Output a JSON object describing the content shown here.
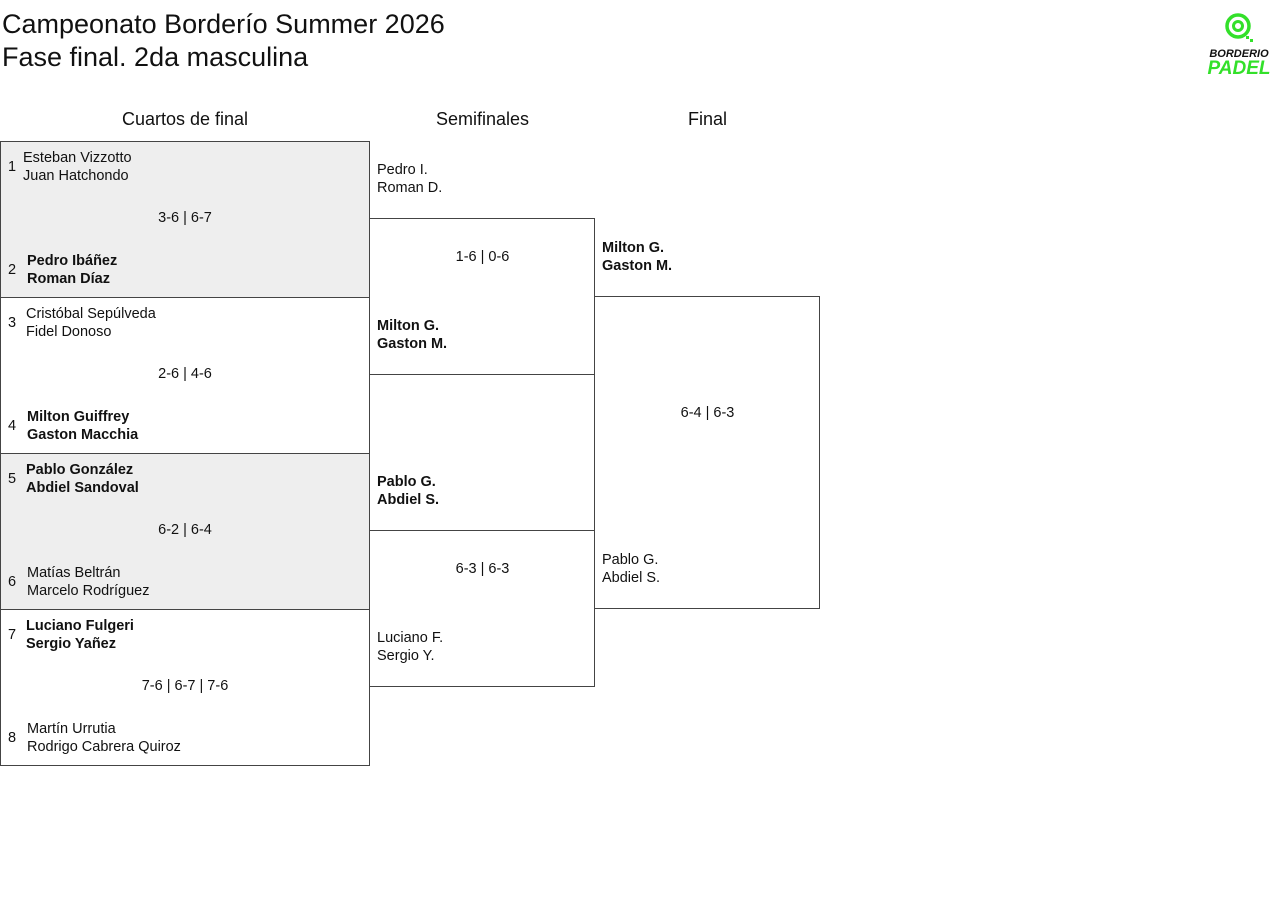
{
  "header": {
    "title": "Campeonato Borderío Summer 2026",
    "subtitle": "Fase final. 2da masculina",
    "logo_top": "BORDERIO",
    "logo_bottom": "PADEL"
  },
  "columns": [
    "Cuartos de final",
    "Semifinales",
    "Final"
  ],
  "quarterfinals": [
    {
      "seed1": "1",
      "team1": [
        "Esteban Vizzotto",
        "Juan Hatchondo"
      ],
      "seed2": "2",
      "team2": [
        "Pedro Ibáñez",
        "Roman Díaz"
      ],
      "score": "3-6 | 6-7",
      "winner": 2
    },
    {
      "seed1": "3",
      "team1": [
        "Cristóbal Sepúlveda",
        "Fidel Donoso"
      ],
      "seed2": "4",
      "team2": [
        "Milton Guiffrey",
        "Gaston Macchia"
      ],
      "score": "2-6 | 4-6",
      "winner": 2
    },
    {
      "seed1": "5",
      "team1": [
        "Pablo González",
        "Abdiel Sandoval"
      ],
      "seed2": "6",
      "team2": [
        "Matías Beltrán",
        "Marcelo Rodríguez"
      ],
      "score": "6-2 | 6-4",
      "winner": 1
    },
    {
      "seed1": "7",
      "team1": [
        "Luciano Fulgeri",
        "Sergio Yañez"
      ],
      "seed2": "8",
      "team2": [
        "Martín Urrutia",
        "Rodrigo Cabrera Quiroz"
      ],
      "score": "7-6 | 6-7 | 7-6",
      "winner": 1
    }
  ],
  "semifinals": [
    {
      "team1": [
        "Pedro I.",
        "Roman D."
      ],
      "team2": [
        "Milton G.",
        "Gaston M."
      ],
      "score": "1-6 | 0-6",
      "winner": 2
    },
    {
      "team1": [
        "Pablo G.",
        "Abdiel S."
      ],
      "team2": [
        "Luciano F.",
        "Sergio Y."
      ],
      "score": "6-3 | 6-3",
      "winner": 1
    }
  ],
  "final": {
    "team1": [
      "Milton G.",
      "Gaston M."
    ],
    "team2": [
      "Pablo G.",
      "Abdiel S."
    ],
    "score": "6-4 | 6-3",
    "winner": 1
  },
  "colors": {
    "accent": "#33e02a",
    "border": "#444444",
    "shade": "#eeeeee"
  }
}
